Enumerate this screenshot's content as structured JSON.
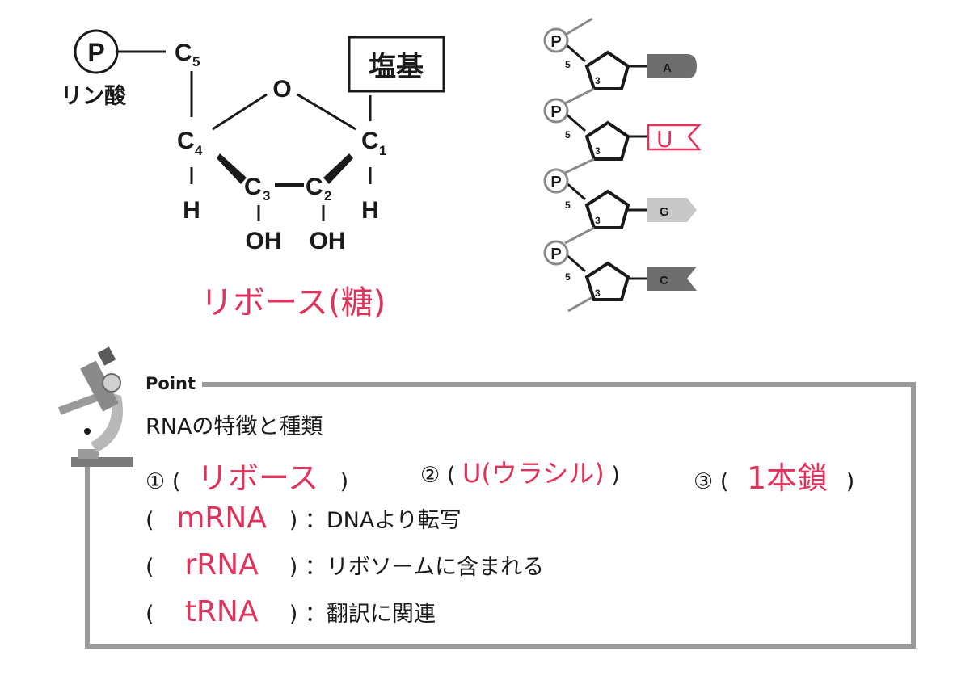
{
  "ribose": {
    "phosphate_symbol": "P",
    "phosphate_label": "リン酸",
    "c5": "C",
    "c5_sub": "5",
    "ring_o": "O",
    "c4": "C",
    "c4_sub": "4",
    "c1": "C",
    "c1_sub": "1",
    "c3": "C",
    "c3_sub": "3",
    "c2": "C",
    "c2_sub": "2",
    "h_left": "H",
    "h_right": "H",
    "oh_3": "OH",
    "oh_2": "OH",
    "base_box": "塩基",
    "caption": "リボース(糖)"
  },
  "strand": {
    "phosphate_symbol": "P",
    "five_label": "5",
    "three_label": "3",
    "bases": [
      "A",
      "U",
      "G",
      "C"
    ]
  },
  "point": {
    "heading": "Point",
    "title": "RNAの特徴と種類",
    "features": [
      {
        "num": "①",
        "answer": "リボース"
      },
      {
        "num": "②",
        "answer": "U(ウラシル)"
      },
      {
        "num": "③",
        "answer": "1本鎖"
      }
    ],
    "types": [
      {
        "answer": "mRNA",
        "desc": "：DNAより転写"
      },
      {
        "answer": "rRNA",
        "desc": "：リボソームに含まれる"
      },
      {
        "answer": "tRNA",
        "desc": "：翻訳に関連"
      }
    ],
    "open_paren": "(",
    "close_paren": ")"
  },
  "colors": {
    "handwriting": "#e0335b",
    "frame": "#9a9a9a",
    "tag_dark": "#6e6e6e",
    "tag_light": "#c8c8c8"
  }
}
